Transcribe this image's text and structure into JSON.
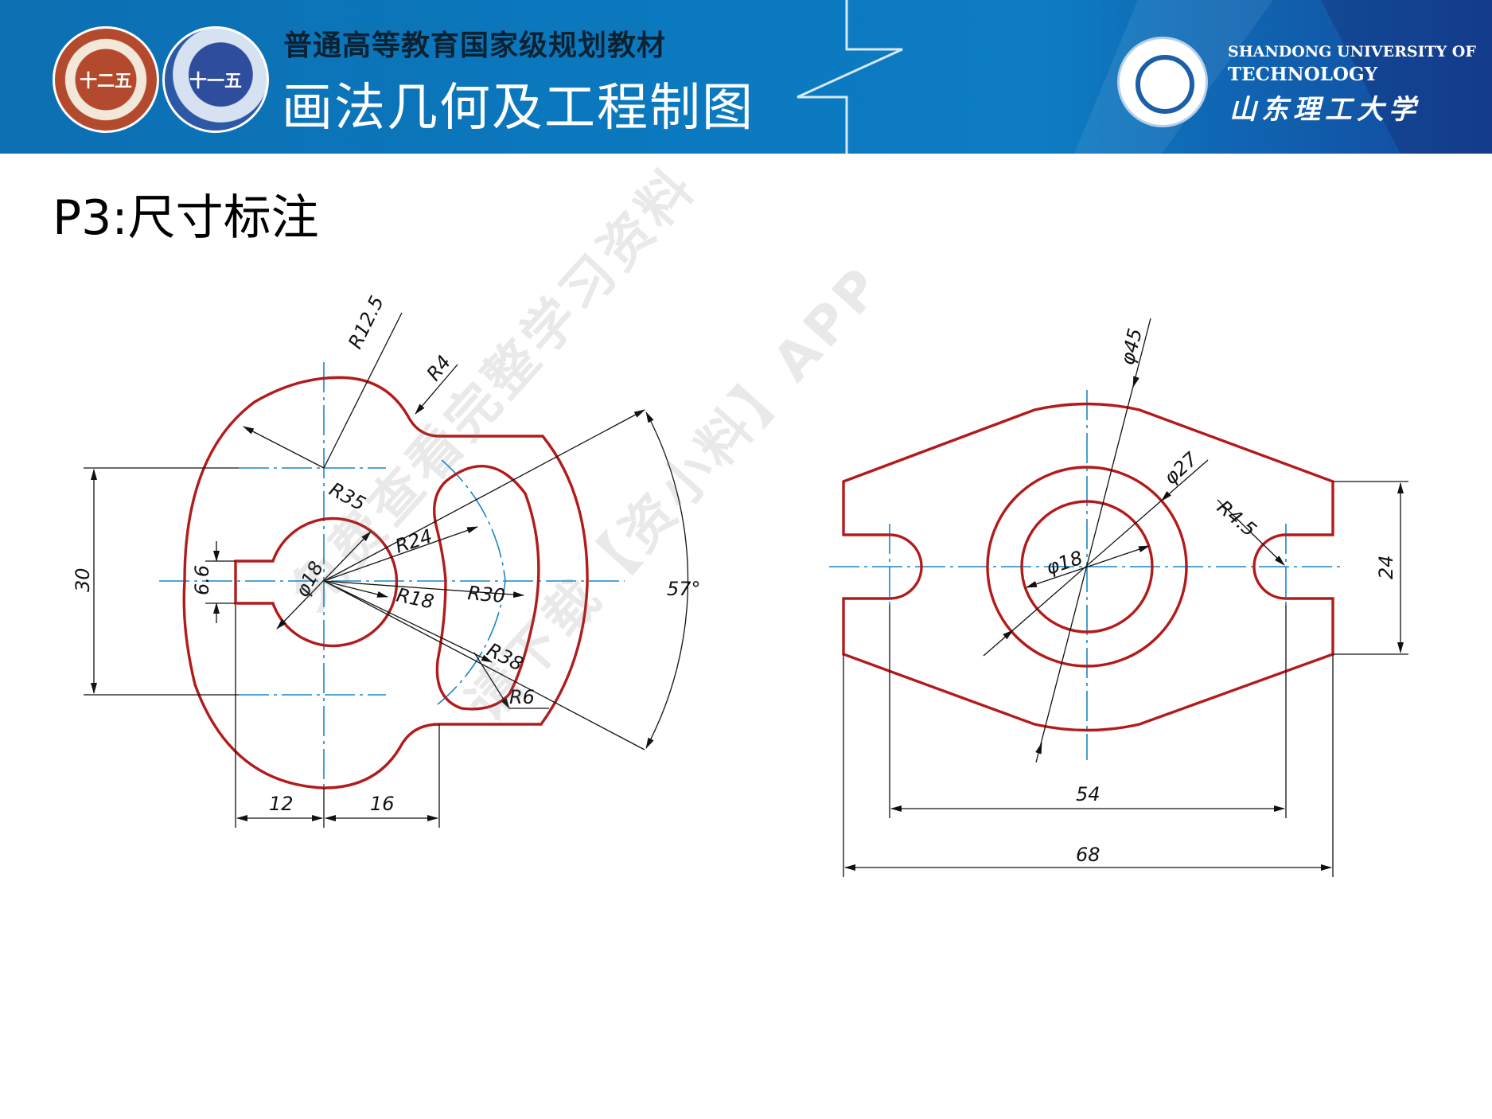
{
  "header": {
    "subtitle": "普通高等教育国家级规划教材",
    "title": "画法几何及工程制图",
    "seal1_text": "十二五",
    "seal2_text": "十一五",
    "university_en_line1": "SHANDONG UNIVERSITY OF",
    "university_en_line2": "TECHNOLOGY",
    "university_cn": "山东理工大学"
  },
  "page_title": "P3:尺寸标注",
  "watermark": {
    "line1": "免费查看完整学习资料",
    "line2": "请下载【资小料】APP"
  },
  "colors": {
    "outline": "#b31b1b",
    "centerline": "#1a86c7",
    "dimension": "#111111",
    "header_blue": "#0b79bf"
  },
  "left_part_dims": {
    "r12_5": "R12.5",
    "r4": "R4",
    "r35": "R35",
    "r24": "R24",
    "phi18": "φ18",
    "r18": "R18",
    "r30": "R30",
    "r38": "R38",
    "r6": "R6",
    "angle": "57°",
    "h30": "30",
    "h6_6": "6.6",
    "w12": "12",
    "w16": "16"
  },
  "right_part_dims": {
    "phi45": "φ45",
    "phi27": "φ27",
    "phi18": "φ18",
    "r4_5": "R4.5",
    "h24": "24",
    "w54": "54",
    "w68": "68"
  }
}
